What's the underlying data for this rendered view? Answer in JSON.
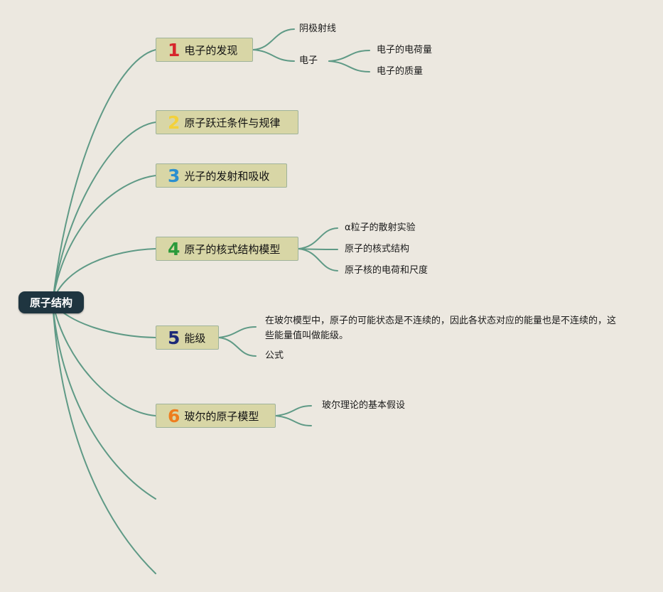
{
  "root": {
    "label": "原子结构"
  },
  "colors": {
    "line": "#5f9a86",
    "root_bg": "#1f3540",
    "topic_bg": "#d8d6a6",
    "topic_border": "#9fb39a"
  },
  "topics": [
    {
      "num": "1",
      "label": "电子的发现",
      "num_color": "#d7262b"
    },
    {
      "num": "2",
      "label": "原子跃迁条件与规律",
      "num_color": "#f3d13b"
    },
    {
      "num": "3",
      "label": "光子的发射和吸收",
      "num_color": "#2b8fd0"
    },
    {
      "num": "4",
      "label": "原子的核式结构模型",
      "num_color": "#2a9a3a"
    },
    {
      "num": "5",
      "label": "能级",
      "num_color": "#1c2a78"
    },
    {
      "num": "6",
      "label": "玻尔的原子模型",
      "num_color": "#ee7d1e"
    }
  ],
  "leaves": {
    "t1_a": "阴极射线",
    "t1_b": "电子",
    "t1_b1": "电子的电荷量",
    "t1_b2": "电子的质量",
    "t4_a": "α粒子的散射实验",
    "t4_b": "原子的核式结构",
    "t4_c": "原子核的电荷和尺度",
    "t5_a": "在玻尔模型中，原子的可能状态是不连续的，因此各状态对应的能量也是不连续的，这些能量值叫做能级。",
    "t5_b": "公式",
    "t6_a": "玻尔理论的基本假设"
  }
}
